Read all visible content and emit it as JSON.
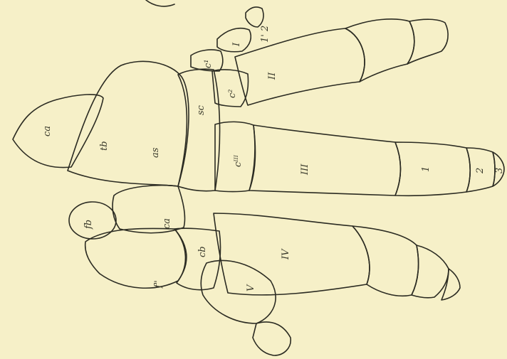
{
  "figure": {
    "paper_color": "#f6f0c8",
    "ink_color": "#2b2b22",
    "labels": {
      "ca_calcaneus": "ca",
      "tb_tibia": "tb",
      "fb_fibula": "fb",
      "as_astragalus": "as",
      "sc_scaphoid": "sc",
      "ca_tarsal": "ca",
      "cb_cuboid": "cb",
      "c1": "c¹",
      "c2": "c²",
      "c3": "cᴵᴵᴵ",
      "digit_1": "I",
      "digit_1_phalanx": "1' 2",
      "digit_2": "II",
      "digit_3": "III",
      "digit_3_phalanx_1": "1",
      "digit_3_phalanx_2": "2",
      "digit_3_phalanx_3": "3",
      "digit_4": "IV",
      "digit_5": "V",
      "fragment_label": "f\""
    }
  }
}
